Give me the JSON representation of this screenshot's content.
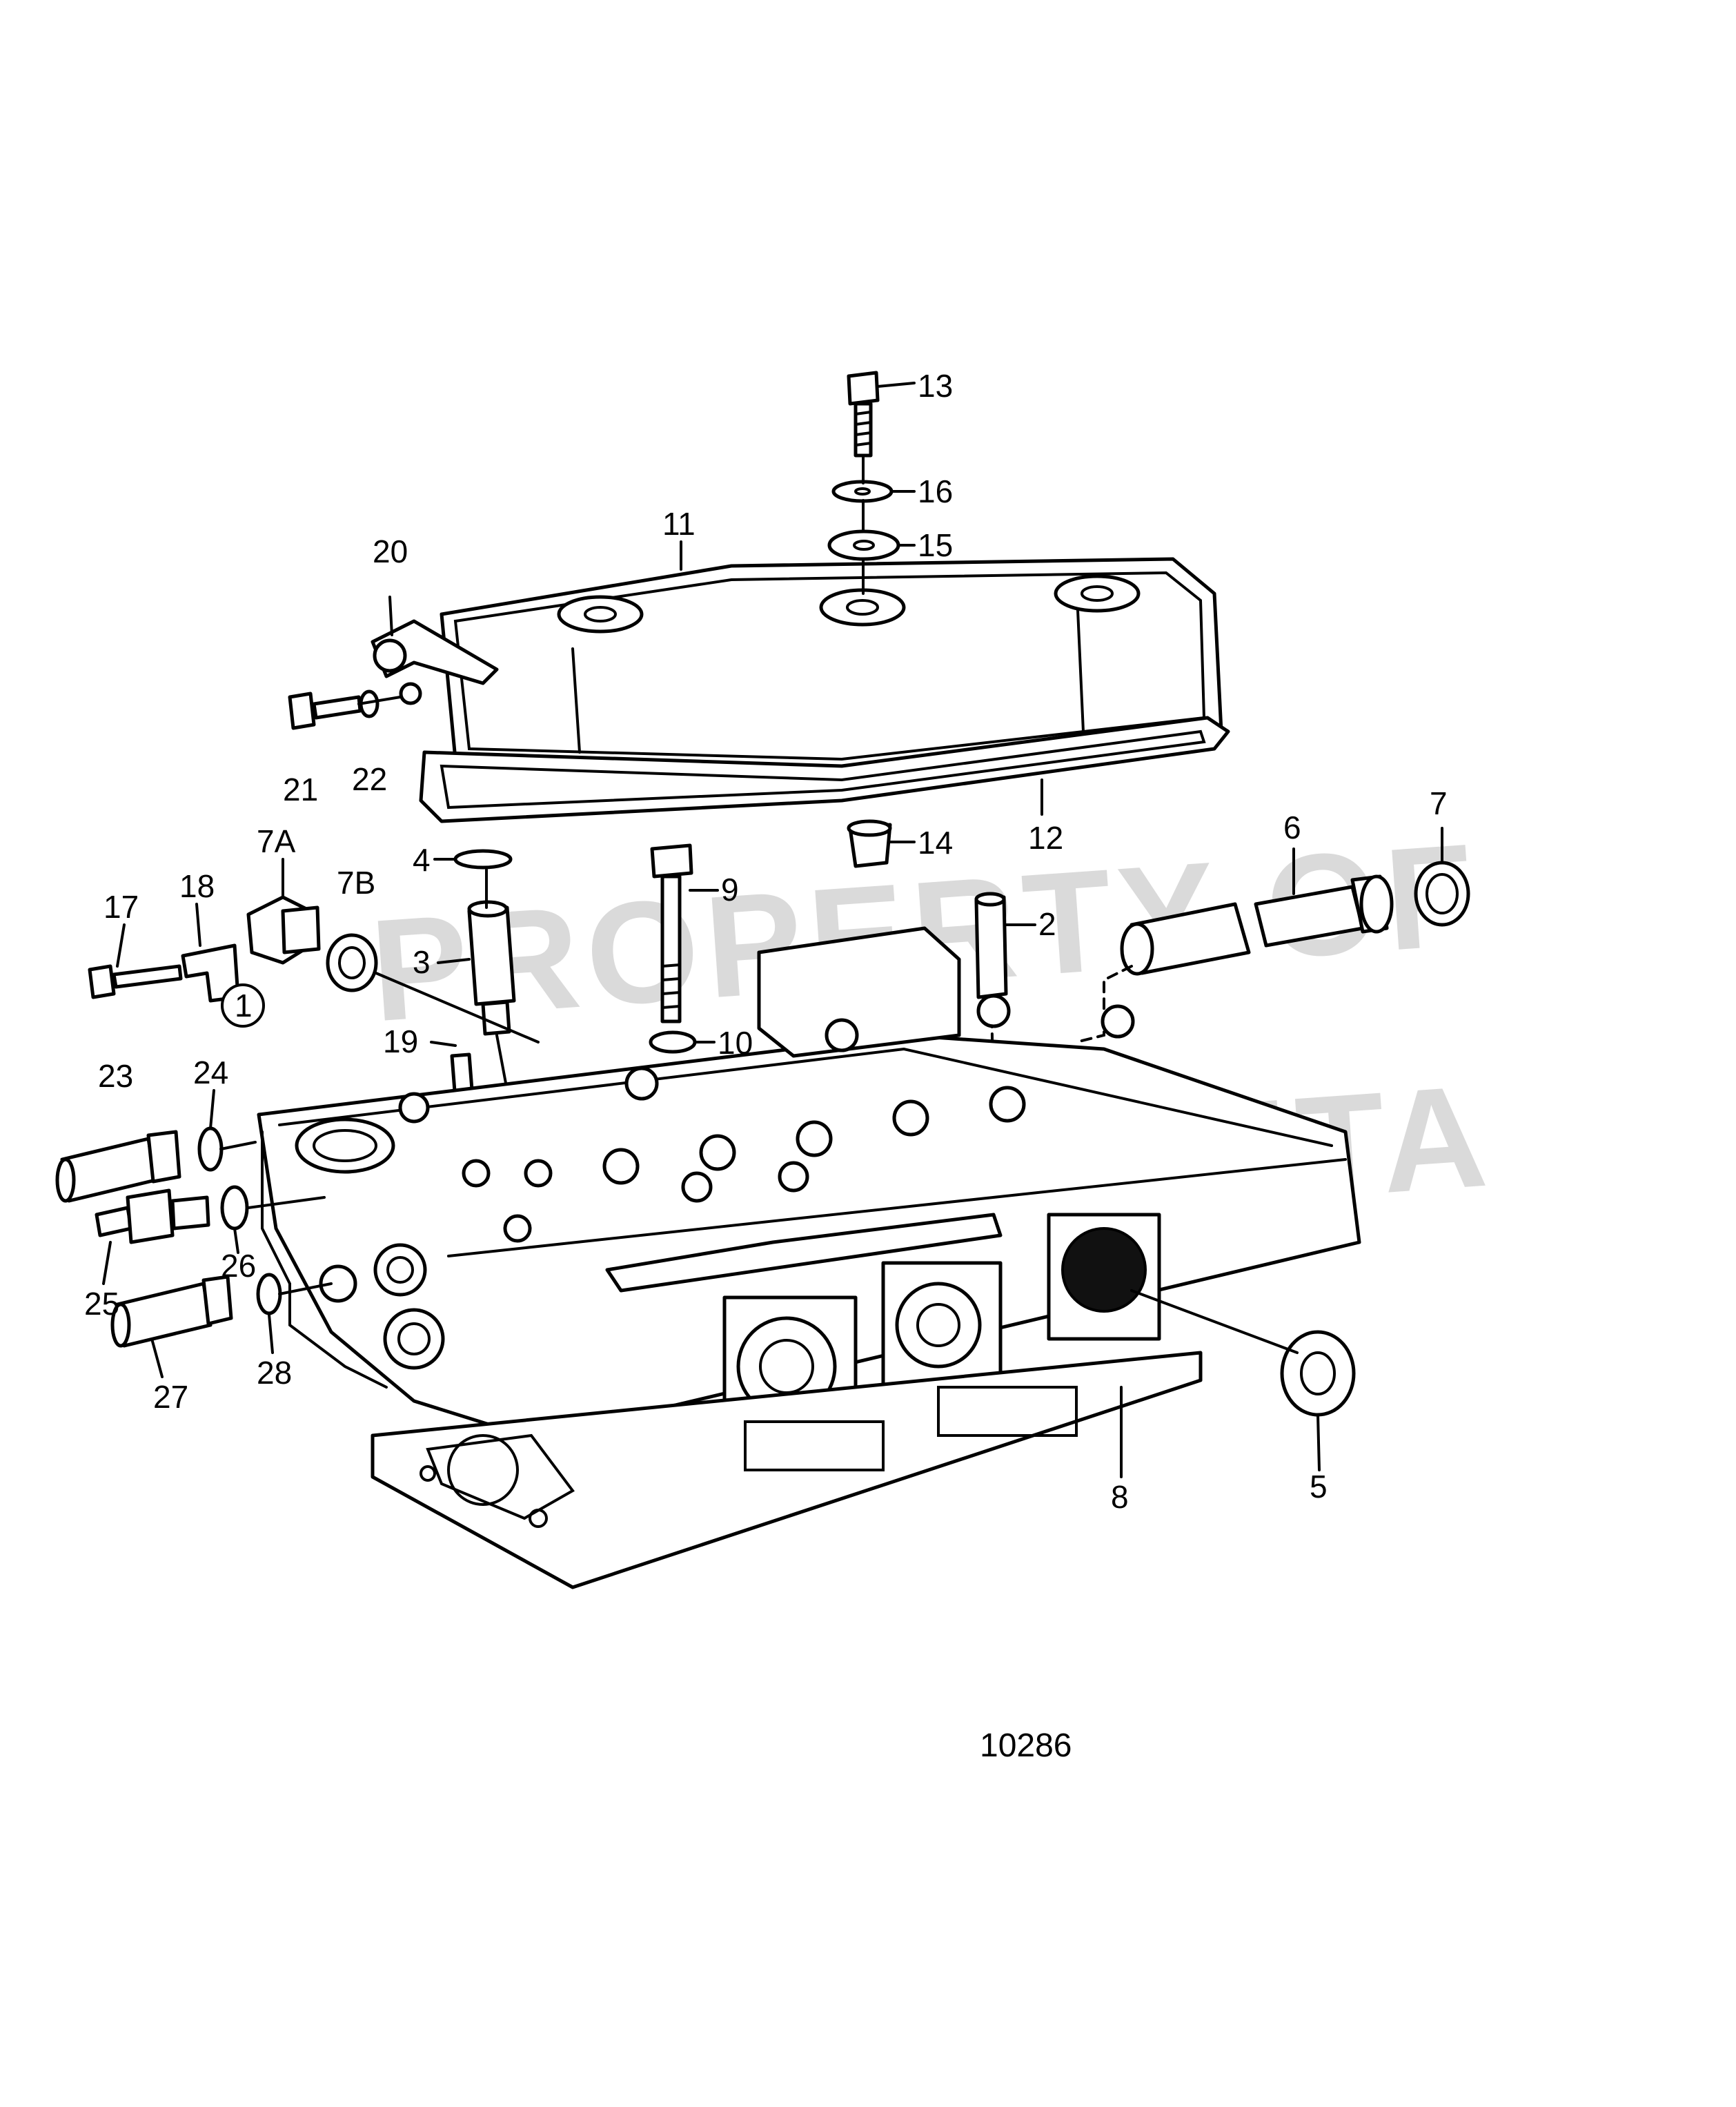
{
  "watermark": {
    "line1": "PROPERTY OF",
    "line2": "VOLVO PENTA"
  },
  "figure_number": "10286",
  "callouts": [
    {
      "id": "13",
      "text": "13"
    },
    {
      "id": "16",
      "text": "16"
    },
    {
      "id": "15",
      "text": "15"
    },
    {
      "id": "11",
      "text": "11"
    },
    {
      "id": "20",
      "text": "20"
    },
    {
      "id": "21",
      "text": "21"
    },
    {
      "id": "22",
      "text": "22"
    },
    {
      "id": "12",
      "text": "12"
    },
    {
      "id": "14",
      "text": "14"
    },
    {
      "id": "9",
      "text": "9"
    },
    {
      "id": "7",
      "text": "7"
    },
    {
      "id": "6",
      "text": "6"
    },
    {
      "id": "2",
      "text": "2"
    },
    {
      "id": "4",
      "text": "4"
    },
    {
      "id": "3",
      "text": "3"
    },
    {
      "id": "7A",
      "text": "7A"
    },
    {
      "id": "7B",
      "text": "7B"
    },
    {
      "id": "18",
      "text": "18"
    },
    {
      "id": "17",
      "text": "17"
    },
    {
      "id": "1",
      "text": "1"
    },
    {
      "id": "19",
      "text": "19"
    },
    {
      "id": "10",
      "text": "10"
    },
    {
      "id": "23",
      "text": "23"
    },
    {
      "id": "24",
      "text": "24"
    },
    {
      "id": "25",
      "text": "25"
    },
    {
      "id": "26",
      "text": "26"
    },
    {
      "id": "27",
      "text": "27"
    },
    {
      "id": "28",
      "text": "28"
    },
    {
      "id": "8",
      "text": "8"
    },
    {
      "id": "5",
      "text": "5"
    }
  ]
}
